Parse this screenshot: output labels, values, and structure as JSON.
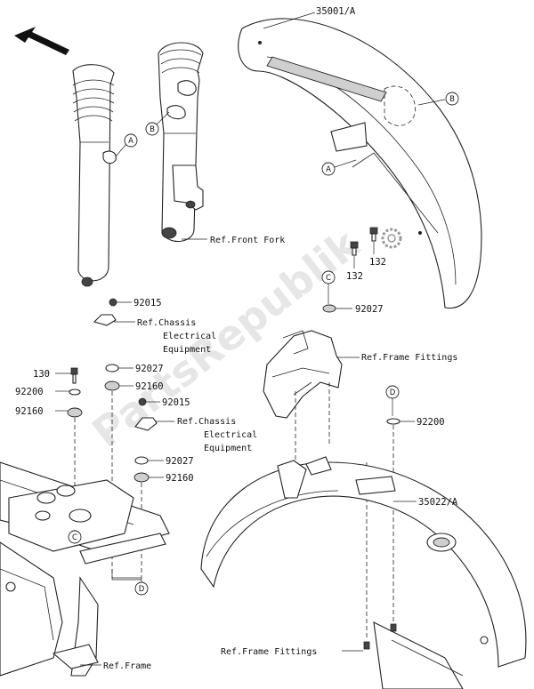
{
  "parts": {
    "p35001": "35001/A",
    "p35022": "35022/A",
    "p132a": "132",
    "p132b": "132",
    "p92015a": "92015",
    "p92015b": "92015",
    "p92027a": "92027",
    "p92027b": "92027",
    "p92027c": "92027",
    "p92160a": "92160",
    "p92160b": "92160",
    "p92160c": "92160",
    "p92200a": "92200",
    "p92200b": "92200",
    "p130": "130"
  },
  "refs": {
    "front_fork": "Ref.Front Fork",
    "chassis1_l1": "Ref.Chassis",
    "chassis1_l2": "Electrical",
    "chassis1_l3": "Equipment",
    "chassis2_l1": "Ref.Chassis",
    "chassis2_l2": "Electrical",
    "chassis2_l3": "Equipment",
    "frame_fittings_1": "Ref.Frame Fittings",
    "frame_fittings_2": "Ref.Frame Fittings",
    "frame": "Ref.Frame"
  },
  "markers": {
    "a1": "A",
    "a2": "A",
    "b1": "B",
    "b2": "B",
    "c1": "C",
    "c2": "C",
    "d1": "D",
    "d2": "D"
  },
  "watermark": "PartsRepublik",
  "icons": {
    "direction": "front-direction-arrow-icon",
    "gear": "gear-icon"
  }
}
